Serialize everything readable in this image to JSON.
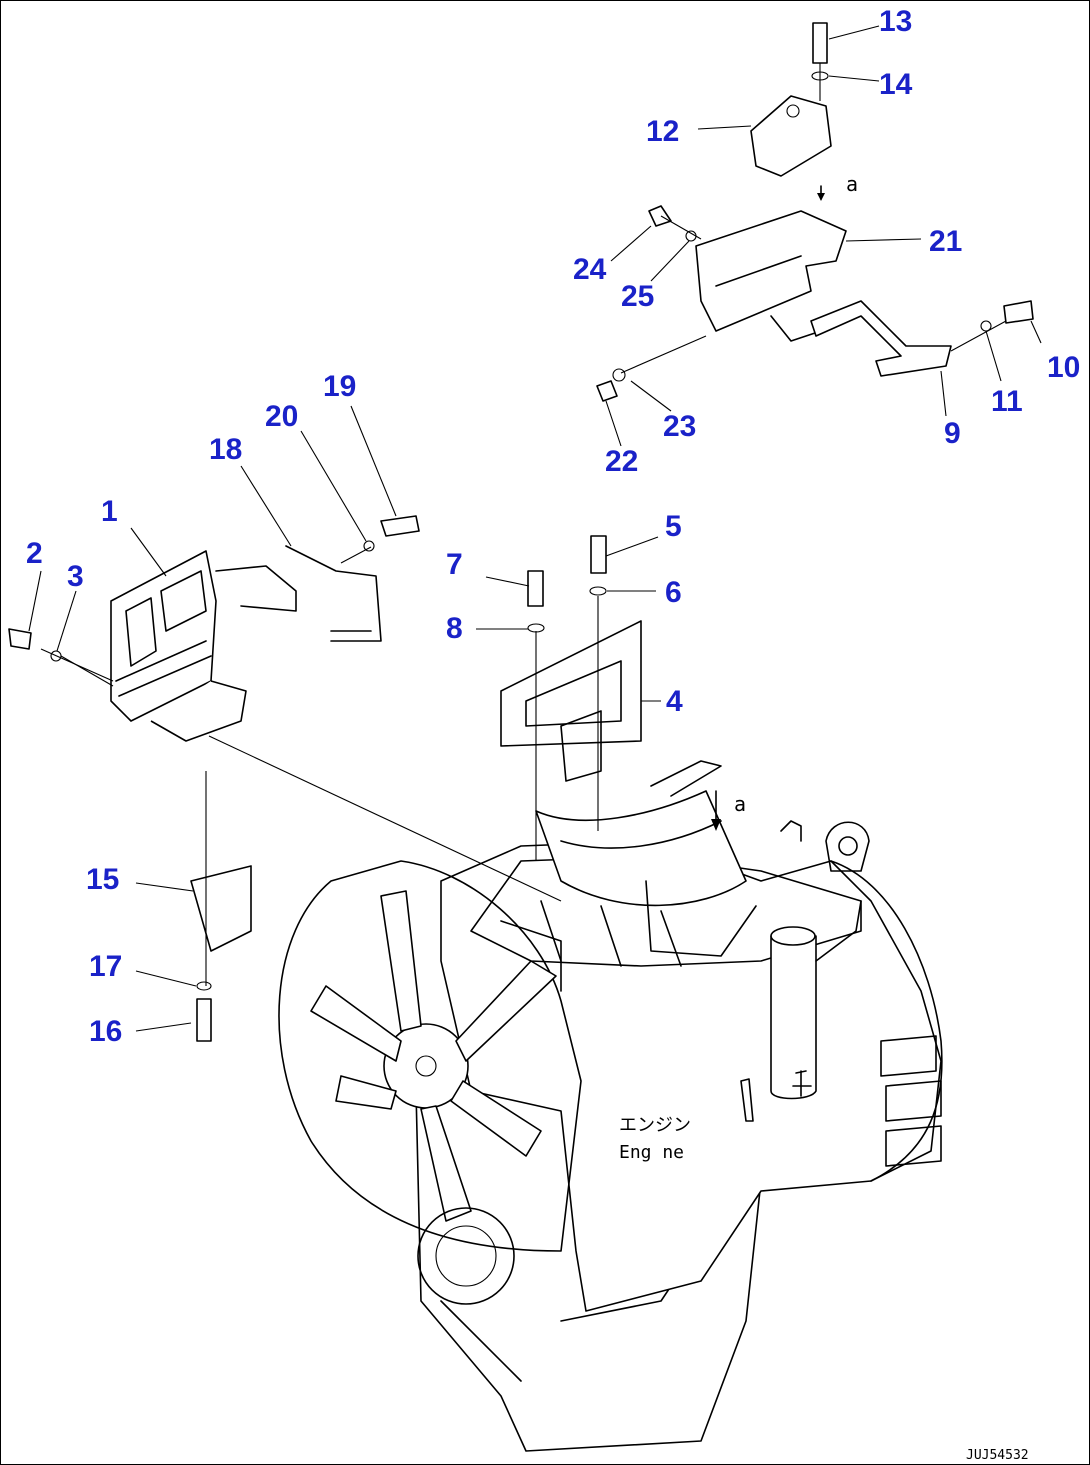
{
  "callouts": [
    {
      "label": "1"
    },
    {
      "label": "2"
    },
    {
      "label": "3"
    },
    {
      "label": "4"
    },
    {
      "label": "5"
    },
    {
      "label": "6"
    },
    {
      "label": "7"
    },
    {
      "label": "8"
    },
    {
      "label": "9"
    },
    {
      "label": "10"
    },
    {
      "label": "11"
    },
    {
      "label": "12"
    },
    {
      "label": "13"
    },
    {
      "label": "14"
    },
    {
      "label": "15"
    },
    {
      "label": "16"
    },
    {
      "label": "17"
    },
    {
      "label": "18"
    },
    {
      "label": "19"
    },
    {
      "label": "20"
    },
    {
      "label": "21"
    },
    {
      "label": "22"
    },
    {
      "label": "23"
    },
    {
      "label": "24"
    },
    {
      "label": "25"
    }
  ],
  "view_marker": "a",
  "engine_label_jp": "エンジン",
  "engine_label_en": "Eng ne",
  "drawing_code": "JUJ54532",
  "colors": {
    "callout": "#1a22c8",
    "line": "#000000",
    "background": "#ffffff"
  }
}
